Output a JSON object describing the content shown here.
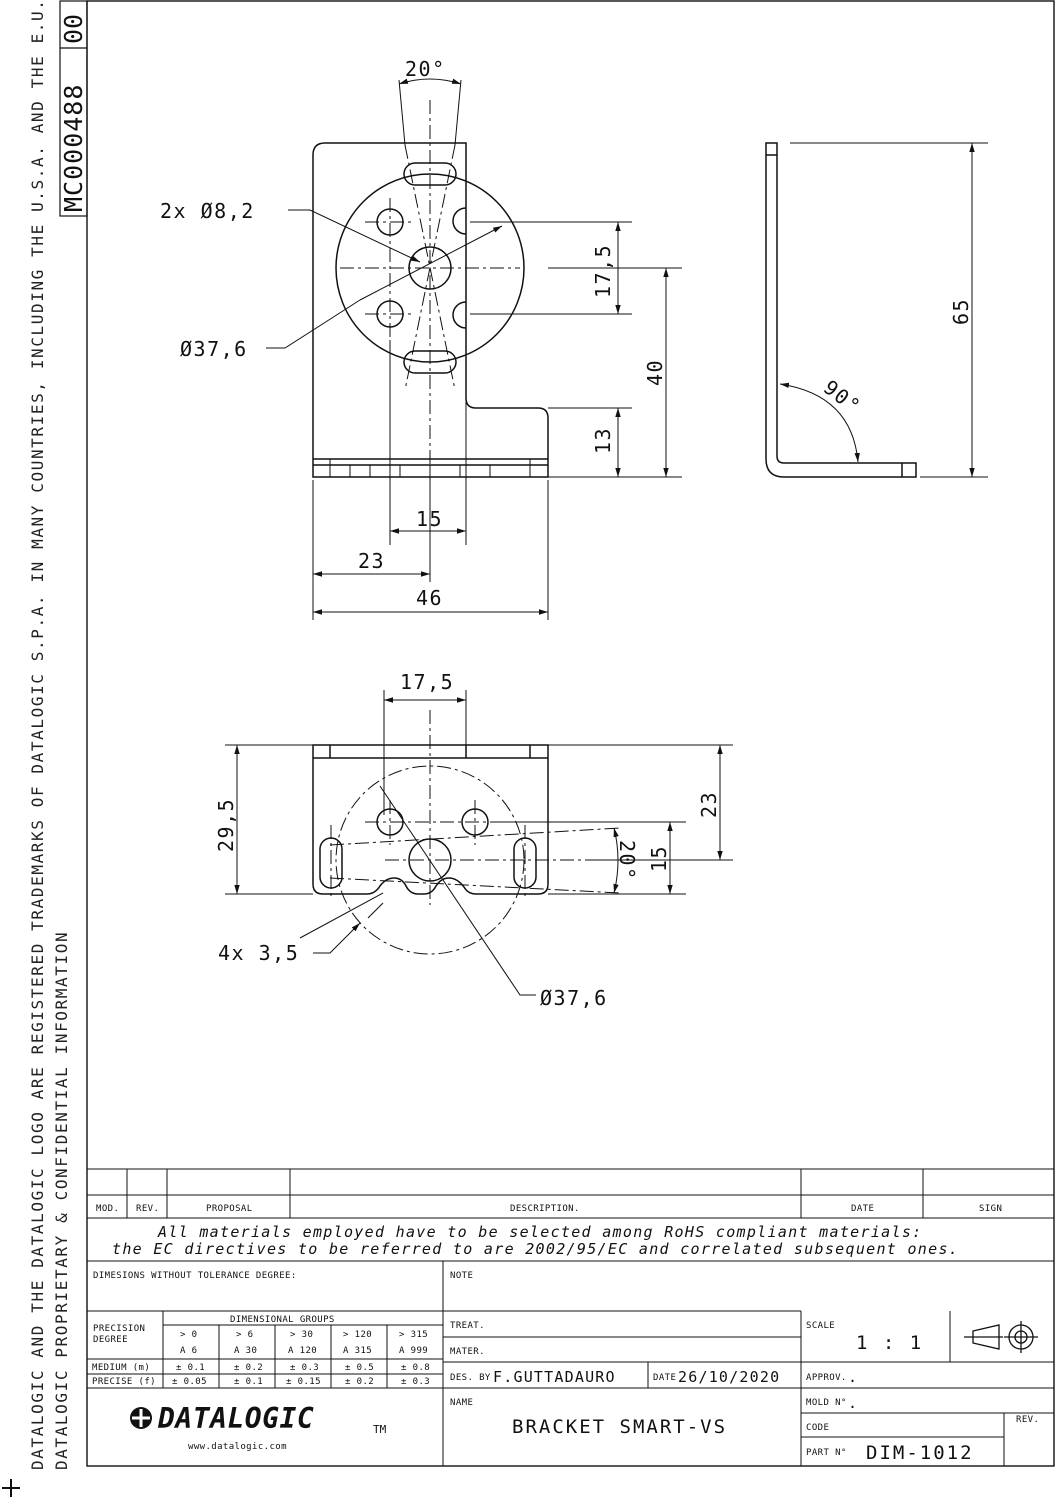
{
  "drawing_code": "MC000488",
  "drawing_rev_box": "00",
  "legend": {
    "line1": "DATALOGIC AND THE DATALOGIC LOGO ARE REGISTERED TRADEMARKS OF DATALOGIC S.P.A. IN MANY COUNTRIES, INCLUDING THE U.S.A. AND THE E.U.",
    "line2": "DATALOGIC PROPRIETARY & CONFIDENTIAL INFORMATION"
  },
  "dimensions": {
    "angle_top": "20°",
    "holes_2x": "2x  Ø8,2",
    "diameter_top": "Ø37,6",
    "v_17_5": "17,5",
    "v_40": "40",
    "v_13": "13",
    "h_15": "15",
    "h_23": "23",
    "h_46": "46",
    "side_65": "65",
    "side_angle": "90°",
    "bottom_17_5": "17,5",
    "bottom_29_5": "29,5",
    "bottom_23": "23",
    "bottom_15": "15",
    "bottom_angle": "20°",
    "holes_4x": "4x  3,5",
    "diameter_bottom": "Ø37,6"
  },
  "revision_table": {
    "headers": [
      "MOD.",
      "REV.",
      "PROPOSAL",
      "DESCRIPTION.",
      "DATE",
      "SIGN"
    ]
  },
  "notes_text": {
    "line1": "All materials employed have to be selected among RoHS compliant materials:",
    "line2": "the EC directives to be referred to are 2002/95/EC and correlated subsequent ones."
  },
  "title_block": {
    "tolerance_title": "DIMESIONS WITHOUT TOLERANCE DEGREE:",
    "note_label": "NOTE",
    "precision_label_1": "PRECISION",
    "precision_label_2": "DEGREE",
    "dim_groups_label": "DIMENSIONAL GROUPS",
    "groups_top": [
      "> 0",
      "> 6",
      "> 30",
      "> 120",
      "> 315"
    ],
    "groups_bottom": [
      "A 6",
      "A 30",
      "A 120",
      "A 315",
      "A 999"
    ],
    "medium_label": "MEDIUM (m)",
    "medium_values": [
      "± 0.1",
      "± 0.2",
      "± 0.3",
      "± 0.5",
      "± 0.8"
    ],
    "precise_label": "PRECISE (f)",
    "precise_values": [
      "± 0.05",
      "± 0.1",
      "± 0.15",
      "± 0.2",
      "± 0.3"
    ],
    "treat_label": "TREAT.",
    "mater_label": "MATER.",
    "des_by_label": "DES. BY",
    "des_by_value": "F.GUTTADAURO",
    "date_label": "DATE",
    "date_value": "26/10/2020",
    "scale_label": "SCALE",
    "scale_value": "1 : 1",
    "approv_label": "APPROV.",
    "approv_value": ".",
    "mold_label": "MOLD N°",
    "mold_value": ".",
    "name_label": "NAME",
    "name_value": "BRACKET SMART-VS",
    "code_label": "CODE",
    "rev_label": "REV.",
    "part_label": "PART N°",
    "part_value": "DIM-1012",
    "logo_text": "DATALOGIC",
    "logo_tm": "TM",
    "website": "www.datalogic.com"
  }
}
